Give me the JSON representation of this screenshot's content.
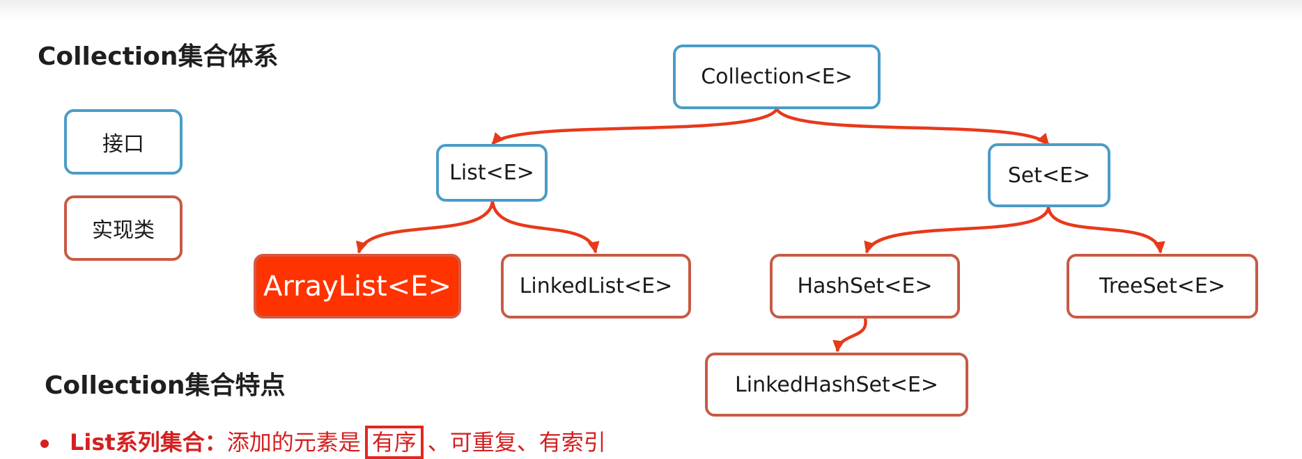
{
  "headings": {
    "hierarchy": "Collection集合体系",
    "features": "Collection集合特点"
  },
  "legend": {
    "interface": "接口",
    "implementation": "实现类"
  },
  "nodes": {
    "collection": "Collection<E>",
    "list": "List<E>",
    "set": "Set<E>",
    "arraylist": "ArrayList<E>",
    "linkedlist": "LinkedList<E>",
    "hashset": "HashSet<E>",
    "treeset": "TreeSet<E>",
    "linkedhashset": "LinkedHashSet<E>"
  },
  "bottom_text": {
    "label": "List系列集合",
    "sep": "：",
    "part1": "添加的元素是",
    "boxed": "有序",
    "part2": "、可重复、有索引"
  },
  "colors": {
    "interface_border": "#4a9cc7",
    "implementation_border": "#c75a45",
    "edge": "#e8391a",
    "highlight_fill": "#ff3300"
  }
}
